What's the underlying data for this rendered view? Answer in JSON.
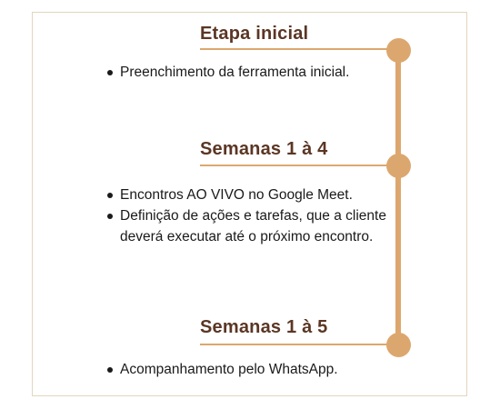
{
  "colors": {
    "accent": "#dca76e",
    "heading": "#5b3624",
    "border": "#e3d6bd",
    "text": "#1a1a1a"
  },
  "stages": [
    {
      "title": "Etapa  inicial",
      "items": [
        "Preenchimento da ferramenta inicial."
      ]
    },
    {
      "title": "Semanas 1 à 4",
      "items": [
        "Encontros AO VIVO no Google Meet.",
        "Definição de ações e tarefas, que a cliente deverá executar até o próximo encontro."
      ]
    },
    {
      "title": "Semanas 1 à 5",
      "items": [
        "Acompanhamento pelo WhatsApp."
      ]
    }
  ]
}
